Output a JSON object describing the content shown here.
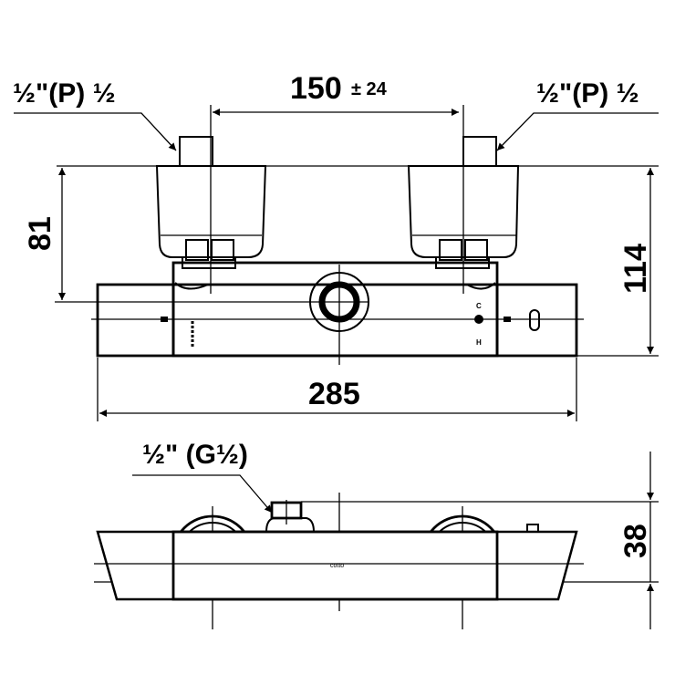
{
  "top_view": {
    "center_distance": "150",
    "center_tolerance": "± 24",
    "left_inlet_label": "½\"(P) ½",
    "right_inlet_label": "½\"(P) ½",
    "height_to_centerline": "81",
    "total_height": "114",
    "total_width": "285",
    "marking_cold": "C",
    "marking_hot": "H"
  },
  "side_view": {
    "outlet_label": "½\" (G½)",
    "depth": "38",
    "brand_mark": "cotto"
  },
  "colors": {
    "line": "#000000",
    "background": "#ffffff"
  }
}
